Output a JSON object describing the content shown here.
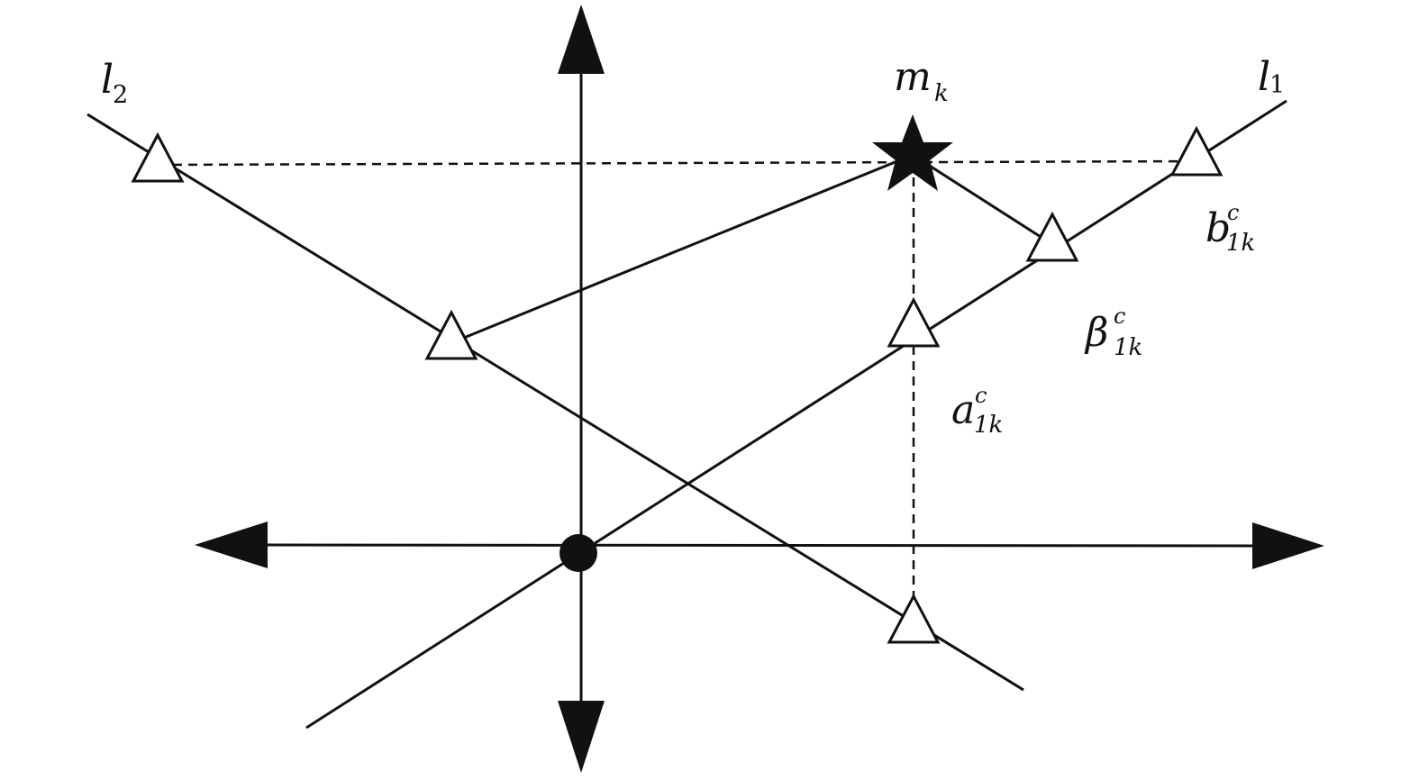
{
  "labels": {
    "l1": {
      "base": "l",
      "sub": "1"
    },
    "l2": {
      "base": "l",
      "sub": "2"
    },
    "mk": {
      "base": "m",
      "sub": "k"
    },
    "b1k": {
      "base": "b",
      "sup": "c",
      "sub": "1k"
    },
    "beta1k": {
      "base": "β",
      "sup": "c",
      "sub": "1k"
    },
    "a1k": {
      "base": "a",
      "sup": "c",
      "sub": "1k"
    }
  },
  "colors": {
    "stroke": "#111111",
    "background": "#ffffff",
    "marker_fill": "#ffffff"
  },
  "markers": {
    "origin": "filled-circle",
    "target": "filled-star",
    "points": "open-triangle"
  }
}
